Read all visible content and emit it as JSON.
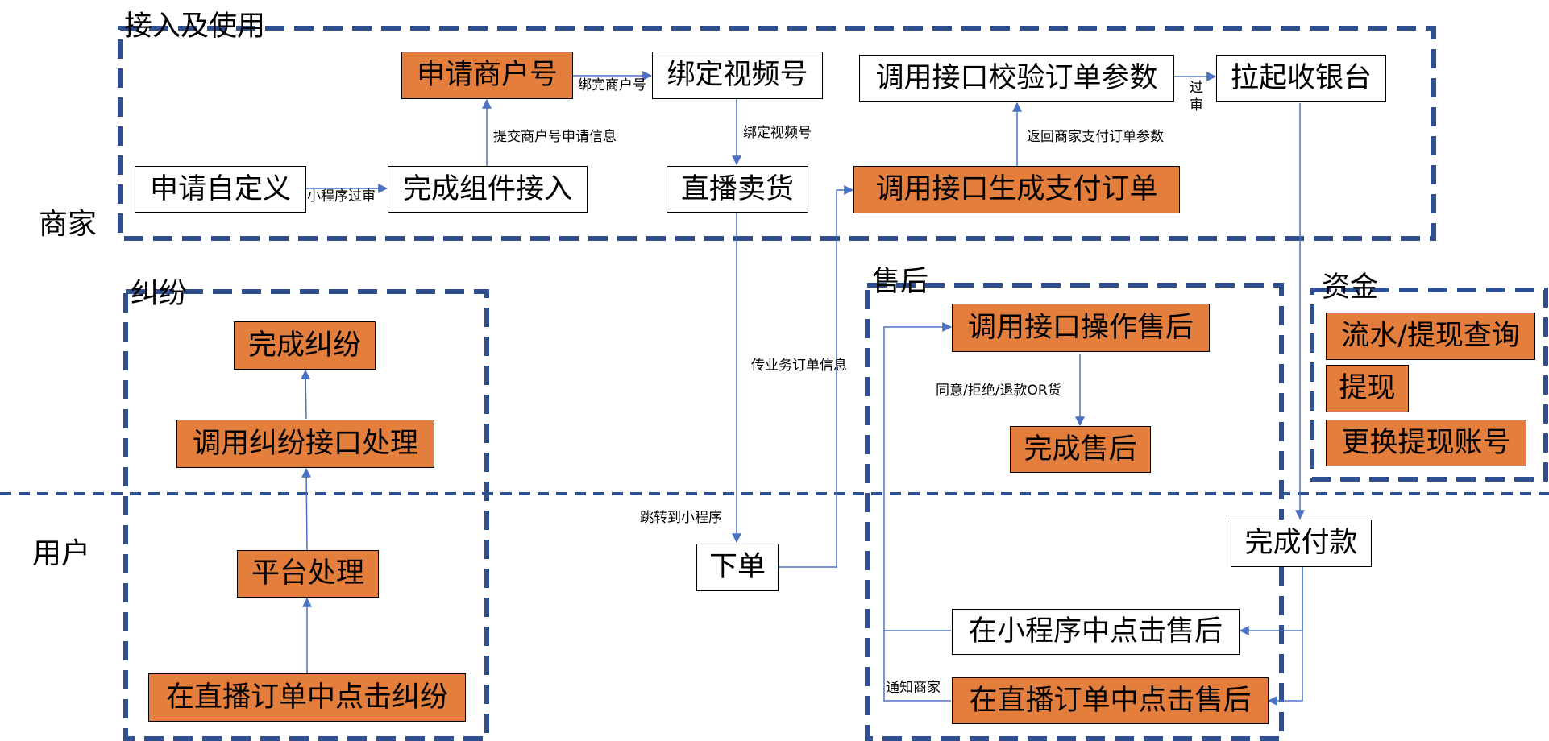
{
  "lanes": {
    "merchant": "商家",
    "user": "用户"
  },
  "sections": {
    "access": "接入及使用",
    "dispute": "纠纷",
    "after_sales": "售后",
    "funds": "资金"
  },
  "nodes": {
    "apply_custom": "申请自定义",
    "finish_component": "完成组件接入",
    "apply_merchant_id": "申请商户号",
    "bind_video_account": "绑定视频号",
    "live_selling": "直播卖货",
    "gen_pay_order": "调用接口生成支付订单",
    "verify_order_params": "调用接口校验订单参数",
    "open_cashier": "拉起收银台",
    "finish_dispute": "完成纠纷",
    "call_dispute_api": "调用纠纷接口处理",
    "platform_handle": "平台处理",
    "click_dispute": "在直播订单中点击纠纷",
    "call_aftersales_api": "调用接口操作售后",
    "finish_aftersales": "完成售后",
    "flow_query": "流水/提现查询",
    "withdraw": "提现",
    "change_account": "更换提现账号",
    "place_order": "下单",
    "finish_payment": "完成付款",
    "click_aftersales_mini": "在小程序中点击售后",
    "click_aftersales_live": "在直播订单中点击售后"
  },
  "edge_labels": {
    "mini_review": "小程序过审",
    "submit_merchant_info": "提交商户号申请信息",
    "bind_merchant_id": "绑完商户号",
    "bind_video_no": "绑定视频号",
    "return_pay_params": "返回商家支付订单参数",
    "review_1": "过",
    "review_2": "审",
    "pass_order_info": "传业务订单信息",
    "jump_mini": "跳转到小程序",
    "agree_reject": "同意/拒绝/退款OR货",
    "notify_merchant": "通知商家"
  },
  "colors": {
    "highlight_fill": "#e47e3c",
    "dashed_border": "#2f4f8f",
    "arrow": "#4a72c4"
  }
}
